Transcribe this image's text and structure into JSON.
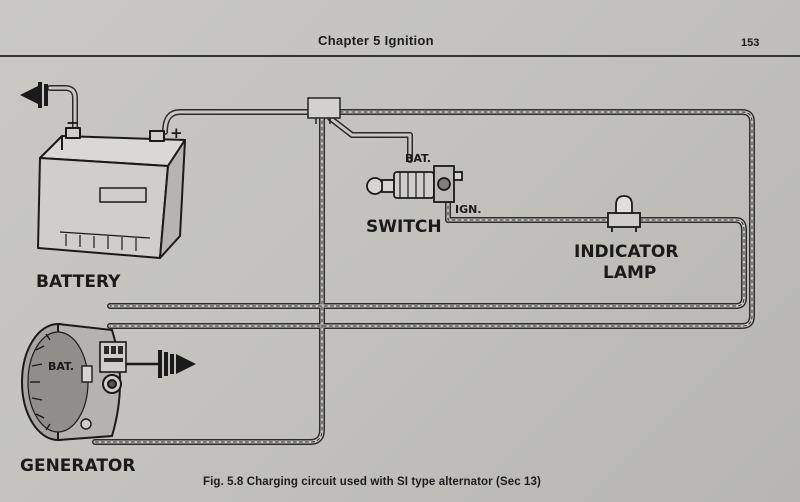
{
  "header": {
    "chapter_title": "Chapter 5 Ignition",
    "page_number": "153"
  },
  "diagram": {
    "labels": {
      "battery": "BATTERY",
      "minus": "−",
      "plus": "+",
      "switch": "SWITCH",
      "switch_bat": "BAT.",
      "switch_ign": "IGN.",
      "indicator_line1": "INDICATOR",
      "indicator_line2": "LAMP",
      "generator": "GENERATOR",
      "generator_bat": "BAT."
    }
  },
  "caption": "Fig. 5.8 Charging circuit used with SI type alternator (Sec 13)"
}
